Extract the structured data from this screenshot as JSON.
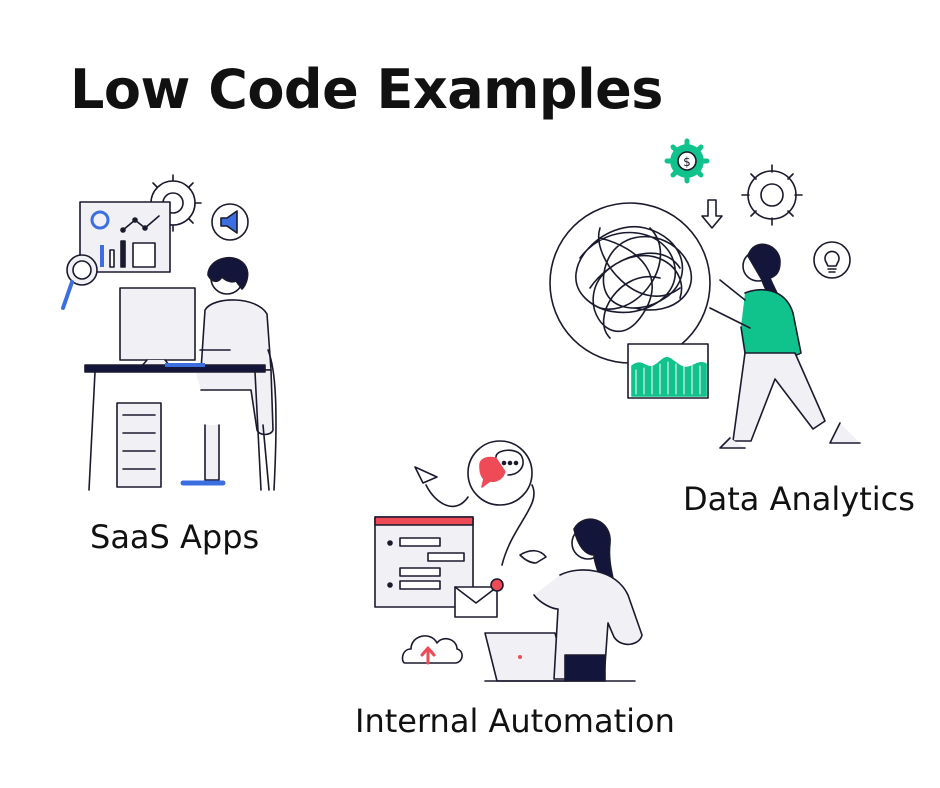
{
  "title": "Low Code Examples",
  "examples": [
    {
      "label": "SaaS Apps"
    },
    {
      "label": "Data Analytics"
    },
    {
      "label": "Internal Automation"
    }
  ],
  "icons": {
    "dollar_gear_symbol": "$"
  },
  "colors": {
    "ink": "#1a1a2e",
    "fill_light": "#f1f1f5",
    "accent_green": "#10c28b",
    "accent_blue": "#3b6fe0",
    "accent_red": "#ef4b57",
    "navy": "#14153a"
  }
}
